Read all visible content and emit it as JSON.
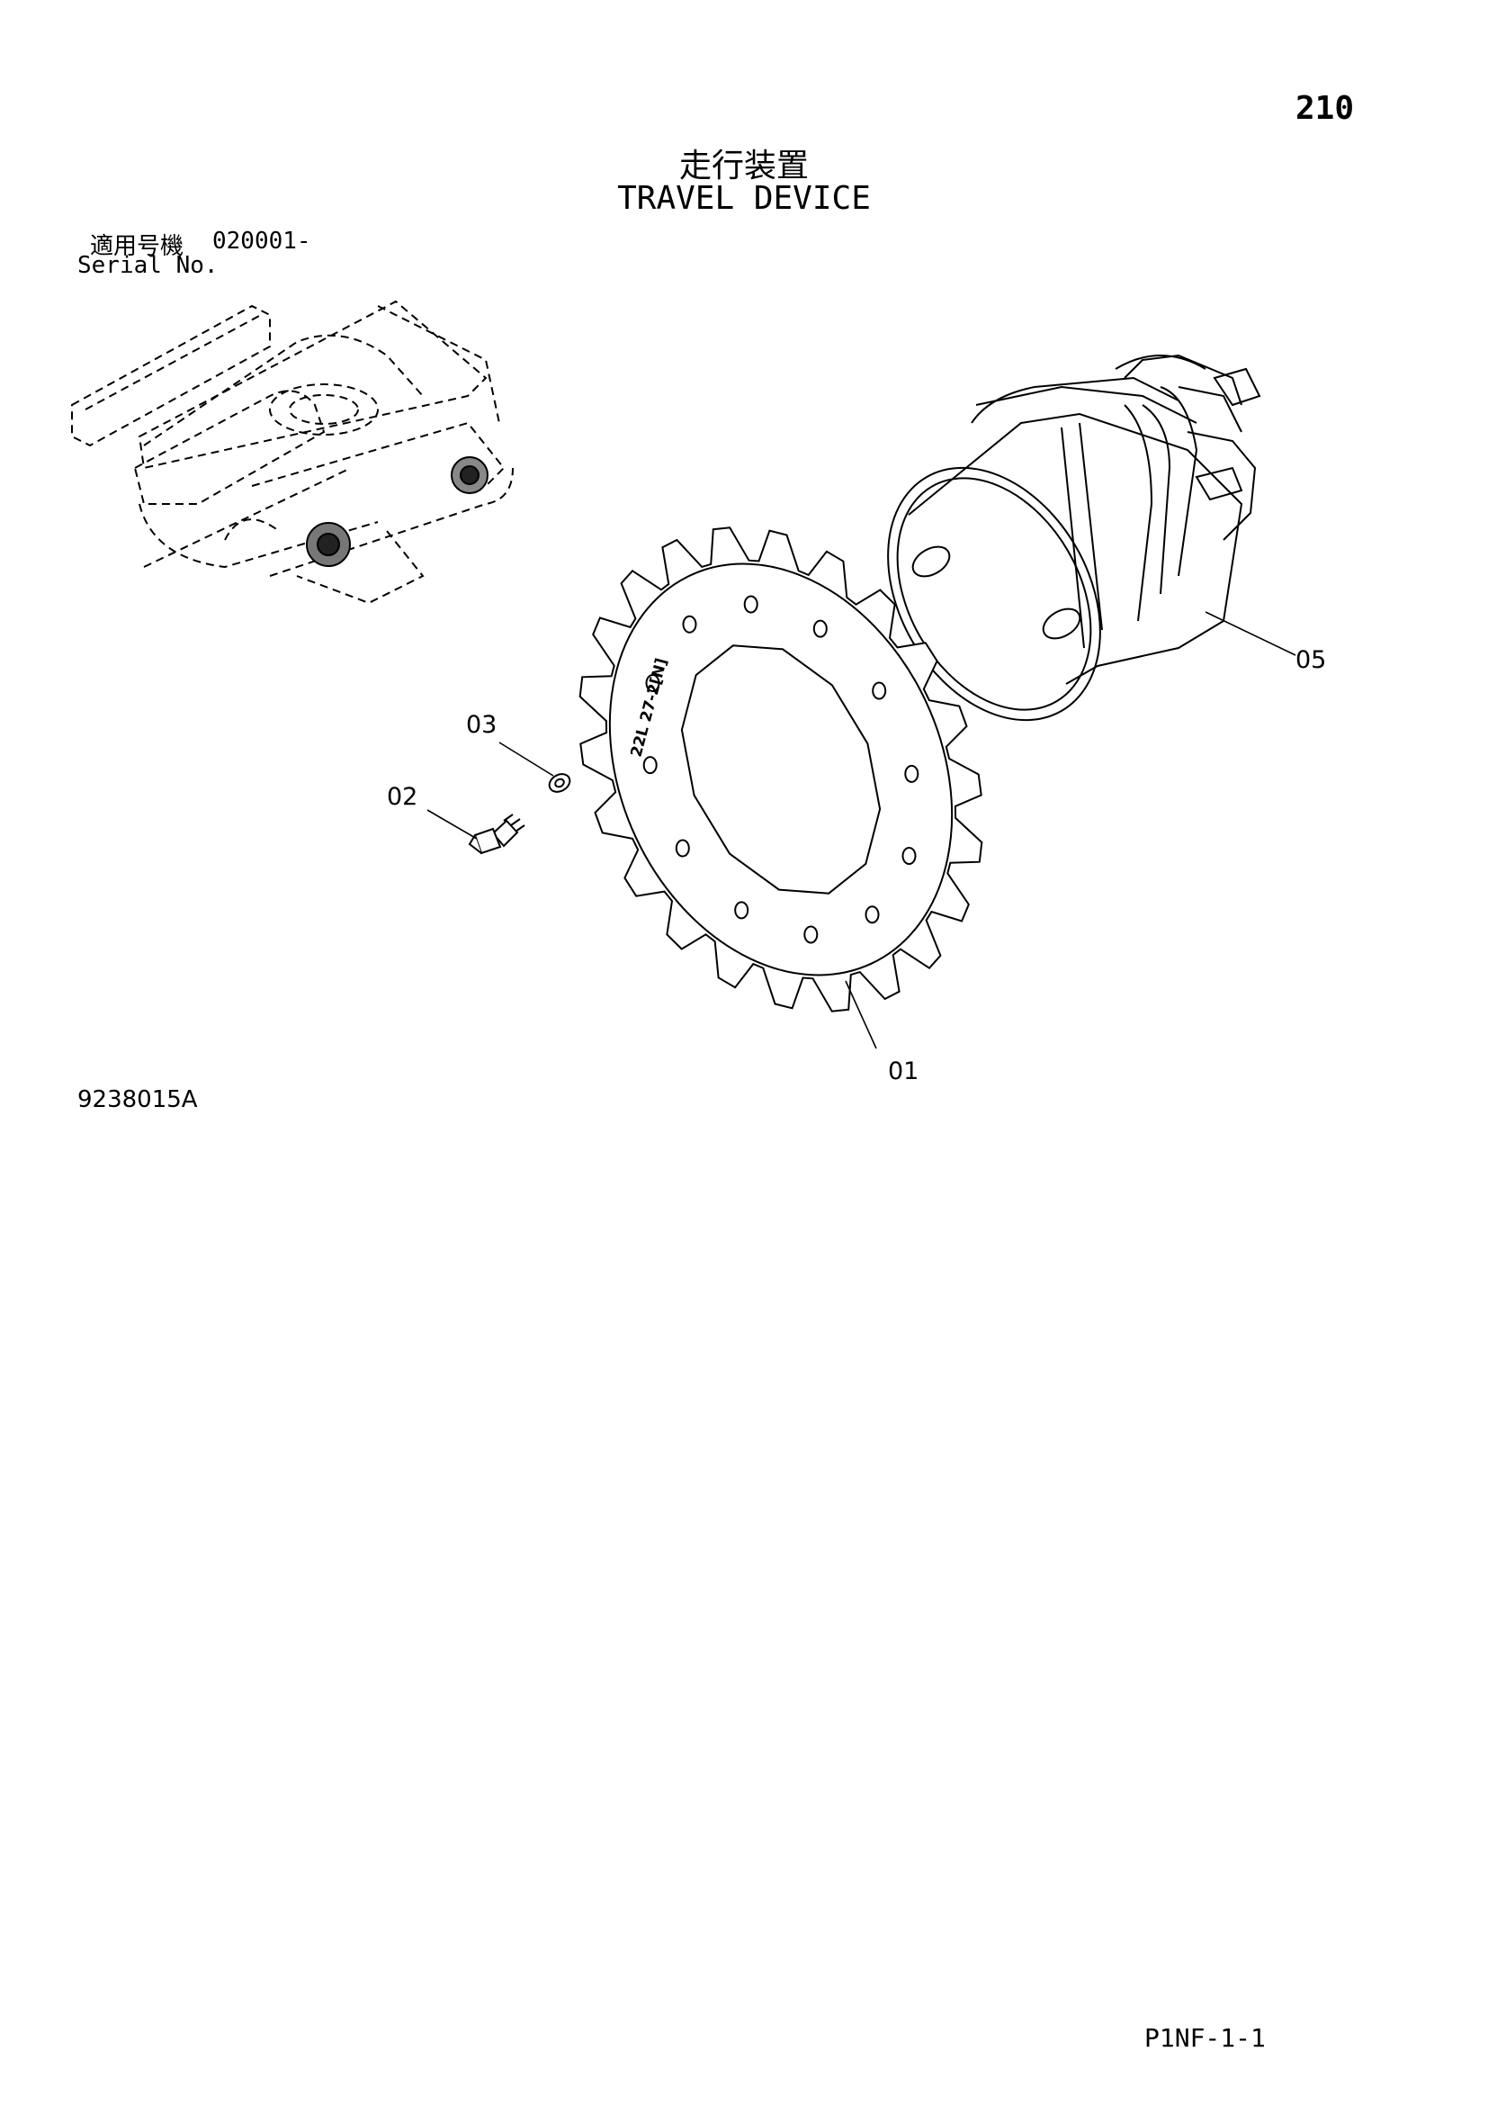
{
  "header": {
    "page_number": "210",
    "title_jp": "走行装置",
    "title_en": "TRAVEL DEVICE"
  },
  "serial": {
    "label_jp": "適用号機",
    "range": "020001-",
    "label_en": "Serial No."
  },
  "callouts": {
    "sprocket": "01",
    "bolt": "02",
    "washer": "03",
    "travel_motor": "05"
  },
  "sprocket_marking": "22L 27-2[N]",
  "footer": {
    "drawing_code": "9238015A",
    "page_ref": "P1NF-1-1"
  }
}
